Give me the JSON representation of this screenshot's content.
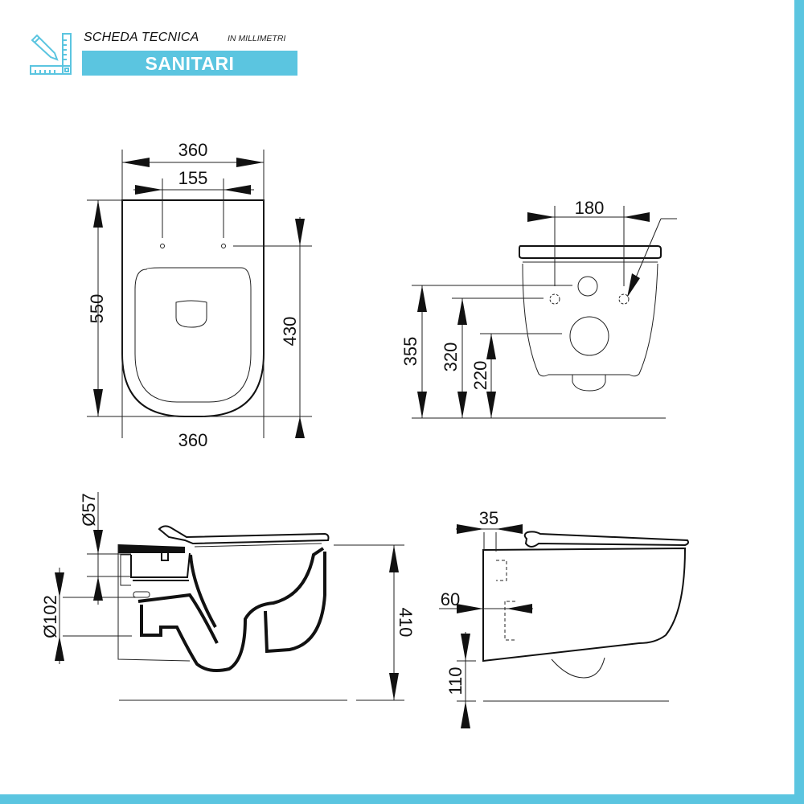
{
  "header": {
    "title": "SCHEDA TECNICA",
    "unit_note": "IN MILLIMETRI",
    "category": "SANITARI",
    "icon": "ruler-pencil-icon",
    "accent_color": "#5bc5e0"
  },
  "views": {
    "top_view": {
      "width_top": "360",
      "fixing_holes_spacing": "155",
      "length": "550",
      "holes_to_front": "430",
      "width_bottom": "360"
    },
    "back_view": {
      "fixing_bolts_spacing": "180",
      "water_inlet_height": "355",
      "fixing_bolts_height": "320",
      "waste_outlet_height": "220"
    },
    "side_section": {
      "inlet_diameter": "Ø57",
      "outlet_diameter": "Ø102",
      "rim_height": "410"
    },
    "side_view": {
      "seat_offset": "35",
      "wall_depth": "60",
      "bottom_height": "110"
    }
  }
}
